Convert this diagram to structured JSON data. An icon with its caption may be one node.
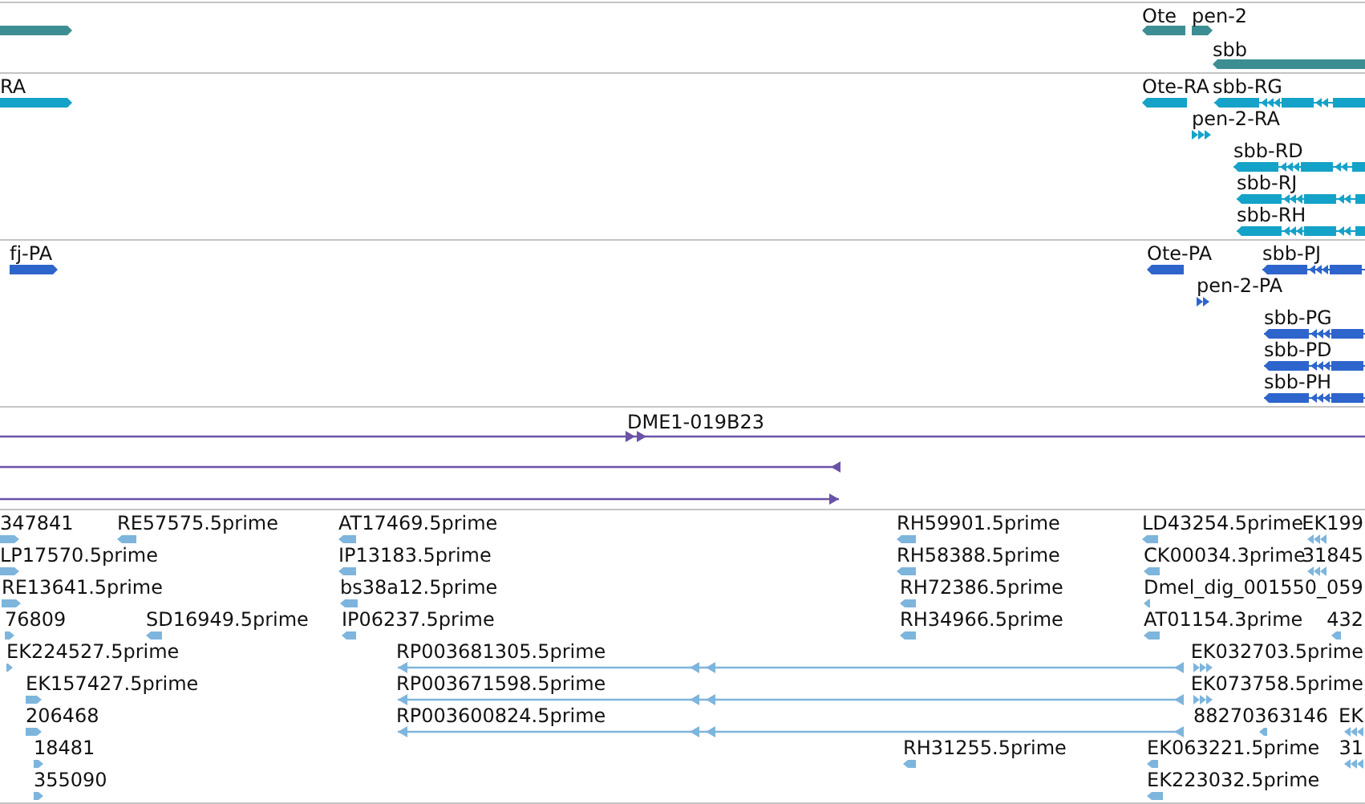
{
  "diagram": {
    "labels": [
      "Ote",
      "pen-2",
      "sbb",
      "RA",
      "Ote-RA",
      "sbb-RG",
      "pen-2-RA",
      "sbb-RD",
      "sbb-RJ",
      "sbb-RH",
      "fj-PA",
      "Ote-PA",
      "sbb-PJ",
      "pen-2-PA",
      "sbb-PG",
      "sbb-PD",
      "sbb-PH",
      "DME1-019B23",
      "347841",
      "RE57575.5prime",
      "AT17469.5prime",
      "RH59901.5prime",
      "LD43254.5prime",
      "EK199",
      "LP17570.5prime",
      "IP13183.5prime",
      "RH58388.5prime",
      "CK00034.3prime",
      "31845",
      "RE13641.5prime",
      "bs38a12.5prime",
      "RH72386.5prime",
      "Dmel_dig_001550_059",
      "76809",
      "SD16949.5prime",
      "IP06237.5prime",
      "RH34966.5prime",
      "AT01154.3prime",
      "432",
      "EK224527.5prime",
      "RP003681305.5prime",
      "EK032703.5prime",
      "EK157427.5prime",
      "RP003671598.5prime",
      "EK073758.5prime",
      "206468",
      "RP003600824.5prime",
      "88270363146",
      "EK",
      "18481",
      "RH31255.5prime",
      "EK063221.5prime",
      "31",
      "355090",
      "EK223032.5prime"
    ]
  }
}
